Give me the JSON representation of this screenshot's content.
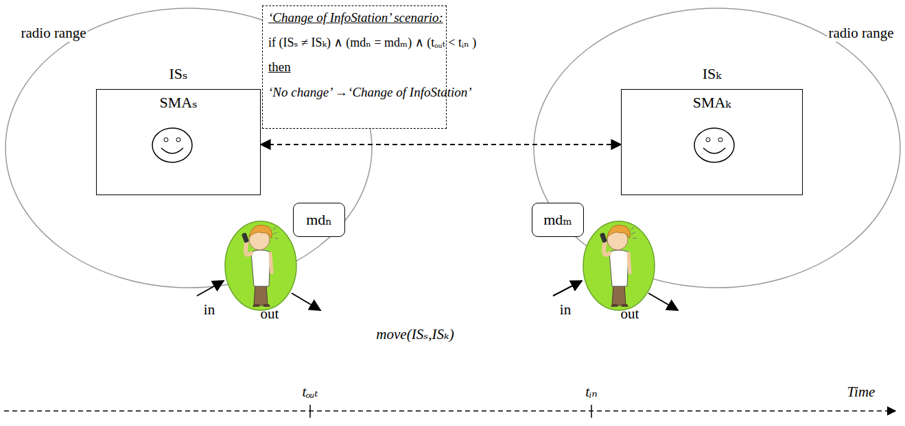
{
  "diagram": {
    "nodes": [
      {
        "text": [
          "ISₛ",
          "SMAₛ"
        ]
      },
      {
        "text": [
          "‘Change of InfoStation’ scenario:",
          "if (ISₛ ≠ ISₖ) ∧ (mdₙ = mdₘ) ∧ (tₒᵤₜ < tᵢₙ )",
          "then",
          "‘No change’ →‘Change of InfoStation’"
        ]
      },
      {
        "text": [
          "ISₖ",
          "SMAₖ"
        ]
      },
      {
        "text": [
          "mdₙ"
        ]
      },
      {
        "text": [
          "mdₘ"
        ]
      }
    ],
    "edges": [
      {
        "from": 0,
        "to": 2,
        "arrow": "both"
      }
    ],
    "labels": [
      "radio range",
      "radio range",
      "in",
      "out",
      "in",
      "out",
      "move(ISₛ,ISₖ)",
      "tₒᵤₜ",
      "tᵢₙ",
      "Time"
    ]
  }
}
